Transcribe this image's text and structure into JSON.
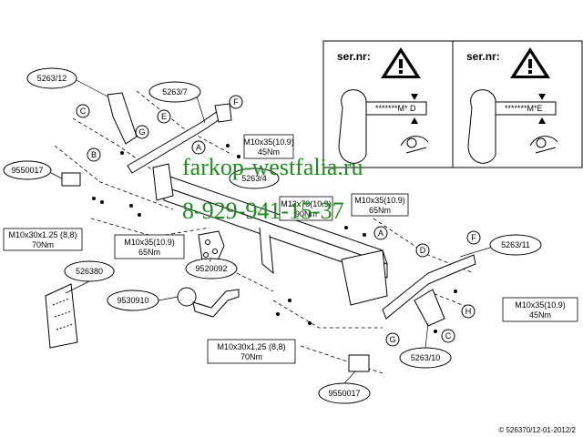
{
  "warning_panels": [
    {
      "sernr": "ser.nr:",
      "code": "*******M* D"
    },
    {
      "sernr": "ser.nr:",
      "code": "*******M*E"
    }
  ],
  "part_numbers": {
    "p_5263_12": "5263/12",
    "p_5263_7": "5263/7",
    "p_5263_4": "5263/4",
    "p_5263_11": "5263/11",
    "p_5263_10": "5263/10",
    "p_9550017_top": "9550017",
    "p_9550017_bottom": "9550017",
    "p_526380": "526380",
    "p_9530910": "9530910",
    "p_9520092": "9520092"
  },
  "letters": {
    "a1": "A",
    "a2": "A",
    "b": "B",
    "c1": "C",
    "c2": "C",
    "d": "D",
    "e": "E",
    "f1": "F",
    "f2": "F",
    "g1": "G",
    "g2": "G",
    "h": "H"
  },
  "torque_specs": {
    "t1": {
      "bolt": "M10x35(10.9)",
      "torque": "45Nm"
    },
    "t2": {
      "bolt": "M10x30x1.25 (8,8)",
      "torque": "70Nm"
    },
    "t3": {
      "bolt": "M10x35(10.9)",
      "torque": "65Nm"
    },
    "t4": {
      "bolt": "M12x70(10.9)",
      "torque": "90Nm"
    },
    "t5": {
      "bolt": "M10x35(10.9)",
      "torque": "65Nm"
    },
    "t6": {
      "bolt": "M10x35(10.9)",
      "torque": "45Nm"
    },
    "t7": {
      "bolt": "M10x30x1,25 (8,8)",
      "torque": "70Nm"
    }
  },
  "watermark": {
    "site": "farkop-westfalia.ru",
    "phone": "8-929-941-15-37"
  },
  "copyright": "© 526370/12-01-2012/2",
  "colors": {
    "line": "#000000",
    "watermark": "#1f8a1f",
    "bg": "#ffffff"
  }
}
